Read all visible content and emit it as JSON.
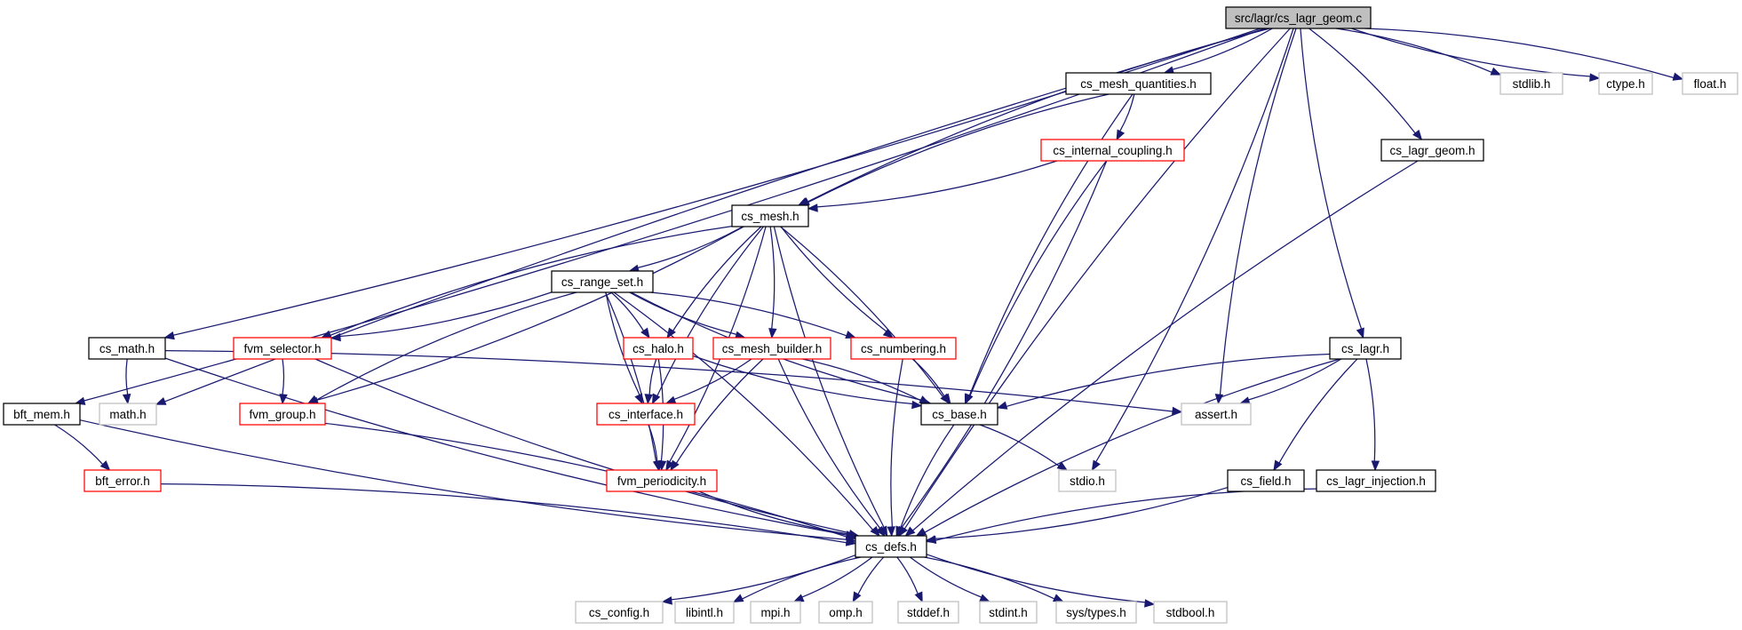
{
  "colors": {
    "edge": "#191970",
    "root_fill": "#bfbfbf",
    "node_border": "#000000",
    "incomplete_border": "#ff0000",
    "system_border": "#bfbfbf",
    "system_text": "#7f7f7f"
  },
  "nodes": [
    {
      "id": "root",
      "label": "src/lagr/cs_lagr_geom.c",
      "kind": "root"
    },
    {
      "id": "cs_mesh_quantities",
      "label": "cs_mesh_quantities.h",
      "kind": "normal"
    },
    {
      "id": "cs_lagr_geom_h",
      "label": "cs_lagr_geom.h",
      "kind": "normal"
    },
    {
      "id": "cs_internal_coupling",
      "label": "cs_internal_coupling.h",
      "kind": "incomplete"
    },
    {
      "id": "cs_mesh",
      "label": "cs_mesh.h",
      "kind": "normal"
    },
    {
      "id": "cs_range_set",
      "label": "cs_range_set.h",
      "kind": "normal"
    },
    {
      "id": "cs_math",
      "label": "cs_math.h",
      "kind": "normal"
    },
    {
      "id": "fvm_selector",
      "label": "fvm_selector.h",
      "kind": "incomplete"
    },
    {
      "id": "cs_halo",
      "label": "cs_halo.h",
      "kind": "incomplete"
    },
    {
      "id": "cs_mesh_builder",
      "label": "cs_mesh_builder.h",
      "kind": "incomplete"
    },
    {
      "id": "cs_numbering",
      "label": "cs_numbering.h",
      "kind": "incomplete"
    },
    {
      "id": "cs_lagr",
      "label": "cs_lagr.h",
      "kind": "normal"
    },
    {
      "id": "bft_mem",
      "label": "bft_mem.h",
      "kind": "normal"
    },
    {
      "id": "math_h",
      "label": "math.h",
      "kind": "system"
    },
    {
      "id": "fvm_group",
      "label": "fvm_group.h",
      "kind": "incomplete"
    },
    {
      "id": "cs_interface",
      "label": "cs_interface.h",
      "kind": "incomplete"
    },
    {
      "id": "cs_base",
      "label": "cs_base.h",
      "kind": "normal"
    },
    {
      "id": "assert_h",
      "label": "assert.h",
      "kind": "system"
    },
    {
      "id": "bft_error",
      "label": "bft_error.h",
      "kind": "incomplete"
    },
    {
      "id": "fvm_periodicity",
      "label": "fvm_periodicity.h",
      "kind": "incomplete"
    },
    {
      "id": "stdio_h",
      "label": "stdio.h",
      "kind": "system"
    },
    {
      "id": "cs_field",
      "label": "cs_field.h",
      "kind": "normal"
    },
    {
      "id": "cs_lagr_injection",
      "label": "cs_lagr_injection.h",
      "kind": "normal"
    },
    {
      "id": "cs_defs",
      "label": "cs_defs.h",
      "kind": "normal"
    },
    {
      "id": "stdlib_h",
      "label": "stdlib.h",
      "kind": "system"
    },
    {
      "id": "ctype_h",
      "label": "ctype.h",
      "kind": "system"
    },
    {
      "id": "float_h",
      "label": "float.h",
      "kind": "system"
    },
    {
      "id": "cs_config",
      "label": "cs_config.h",
      "kind": "system"
    },
    {
      "id": "libintl_h",
      "label": "libintl.h",
      "kind": "system"
    },
    {
      "id": "mpi_h",
      "label": "mpi.h",
      "kind": "system"
    },
    {
      "id": "omp_h",
      "label": "omp.h",
      "kind": "system"
    },
    {
      "id": "stddef_h",
      "label": "stddef.h",
      "kind": "system"
    },
    {
      "id": "stdint_h",
      "label": "stdint.h",
      "kind": "system"
    },
    {
      "id": "sys_types_h",
      "label": "sys/types.h",
      "kind": "system"
    },
    {
      "id": "stdbool_h",
      "label": "stdbool.h",
      "kind": "system"
    }
  ],
  "edges": [
    [
      "root",
      "cs_mesh_quantities"
    ],
    [
      "root",
      "cs_mesh"
    ],
    [
      "root",
      "cs_math"
    ],
    [
      "root",
      "math_h"
    ],
    [
      "root",
      "bft_mem"
    ],
    [
      "root",
      "assert_h"
    ],
    [
      "root",
      "stdio_h"
    ],
    [
      "root",
      "cs_lagr"
    ],
    [
      "root",
      "cs_lagr_geom_h"
    ],
    [
      "root",
      "cs_defs"
    ],
    [
      "root",
      "stdlib_h"
    ],
    [
      "root",
      "ctype_h"
    ],
    [
      "root",
      "float_h"
    ],
    [
      "cs_mesh_quantities",
      "cs_mesh"
    ],
    [
      "cs_mesh_quantities",
      "cs_internal_coupling"
    ],
    [
      "cs_mesh_quantities",
      "cs_base"
    ],
    [
      "cs_internal_coupling",
      "cs_mesh"
    ],
    [
      "cs_internal_coupling",
      "cs_base"
    ],
    [
      "cs_internal_coupling",
      "cs_defs"
    ],
    [
      "cs_lagr_geom_h",
      "cs_defs"
    ],
    [
      "cs_mesh",
      "cs_range_set"
    ],
    [
      "cs_mesh",
      "fvm_selector"
    ],
    [
      "cs_mesh",
      "fvm_group"
    ],
    [
      "cs_mesh",
      "cs_interface"
    ],
    [
      "cs_mesh",
      "fvm_periodicity"
    ],
    [
      "cs_mesh",
      "cs_halo"
    ],
    [
      "cs_mesh",
      "cs_mesh_builder"
    ],
    [
      "cs_mesh",
      "cs_numbering"
    ],
    [
      "cs_mesh",
      "cs_base"
    ],
    [
      "cs_mesh",
      "cs_defs"
    ],
    [
      "cs_range_set",
      "fvm_selector"
    ],
    [
      "cs_range_set",
      "fvm_group"
    ],
    [
      "cs_range_set",
      "cs_halo"
    ],
    [
      "cs_range_set",
      "cs_mesh_builder"
    ],
    [
      "cs_range_set",
      "cs_numbering"
    ],
    [
      "cs_range_set",
      "cs_interface"
    ],
    [
      "cs_range_set",
      "fvm_periodicity"
    ],
    [
      "cs_range_set",
      "cs_base"
    ],
    [
      "cs_range_set",
      "cs_defs"
    ],
    [
      "cs_math",
      "math_h"
    ],
    [
      "cs_math",
      "assert_h"
    ],
    [
      "cs_math",
      "cs_defs"
    ],
    [
      "fvm_selector",
      "fvm_group"
    ],
    [
      "fvm_selector",
      "cs_defs"
    ],
    [
      "fvm_group",
      "cs_defs"
    ],
    [
      "cs_halo",
      "cs_interface"
    ],
    [
      "cs_halo",
      "fvm_periodicity"
    ],
    [
      "cs_halo",
      "cs_base"
    ],
    [
      "cs_mesh_builder",
      "cs_interface"
    ],
    [
      "cs_mesh_builder",
      "fvm_periodicity"
    ],
    [
      "cs_mesh_builder",
      "cs_base"
    ],
    [
      "cs_mesh_builder",
      "cs_defs"
    ],
    [
      "cs_numbering",
      "cs_base"
    ],
    [
      "cs_numbering",
      "cs_defs"
    ],
    [
      "cs_interface",
      "fvm_periodicity"
    ],
    [
      "fvm_periodicity",
      "cs_defs"
    ],
    [
      "cs_base",
      "stdio_h"
    ],
    [
      "cs_base",
      "cs_defs"
    ],
    [
      "bft_mem",
      "bft_error"
    ],
    [
      "bft_mem",
      "cs_defs"
    ],
    [
      "bft_error",
      "cs_defs"
    ],
    [
      "cs_lagr",
      "cs_base"
    ],
    [
      "cs_lagr",
      "assert_h"
    ],
    [
      "cs_lagr",
      "cs_field"
    ],
    [
      "cs_lagr",
      "cs_lagr_injection"
    ],
    [
      "cs_lagr",
      "cs_defs"
    ],
    [
      "cs_field",
      "cs_defs"
    ],
    [
      "cs_lagr_injection",
      "cs_defs"
    ],
    [
      "cs_defs",
      "cs_config"
    ],
    [
      "cs_defs",
      "libintl_h"
    ],
    [
      "cs_defs",
      "mpi_h"
    ],
    [
      "cs_defs",
      "omp_h"
    ],
    [
      "cs_defs",
      "stddef_h"
    ],
    [
      "cs_defs",
      "stdint_h"
    ],
    [
      "cs_defs",
      "sys_types_h"
    ],
    [
      "cs_defs",
      "stdbool_h"
    ]
  ]
}
